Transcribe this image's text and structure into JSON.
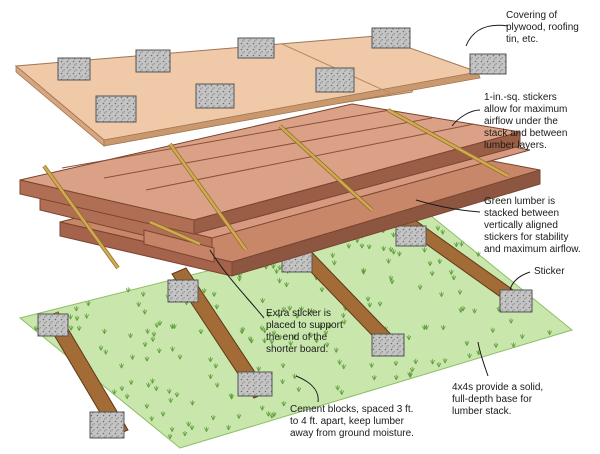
{
  "callouts": {
    "covering": "Covering of\nplywood, roofing\ntin, etc.",
    "stickers_sq": "1-in.-sq. stickers\nallow for maximum\nairflow under the\nstack and between\nlumber layers.",
    "green_lumber": "Green lumber is\nstacked between\nvertically aligned\nstickers for stability\nand maximum airflow.",
    "sticker": "Sticker",
    "extra_sticker": "Extra sticker is\nplaced to support\nthe end of the\nshorter board.",
    "four_by_fours": "4x4s provide a solid,\nfull-depth base for\nlumber stack.",
    "cement_blocks": "Cement blocks, spaced 3 ft.\nto 4 ft. apart, keep lumber\naway from ground moisture."
  },
  "colors": {
    "plywood": "#efc9a8",
    "plywood_edge": "#c9986d",
    "lumber_top": "#d79a80",
    "lumber_side": "#b06f55",
    "sticker": "#c9a24a",
    "sticker_dark": "#8f6e2a",
    "concrete": "#b9b9b9",
    "grass": "#9fd07a",
    "post": "#8a5a2b"
  }
}
